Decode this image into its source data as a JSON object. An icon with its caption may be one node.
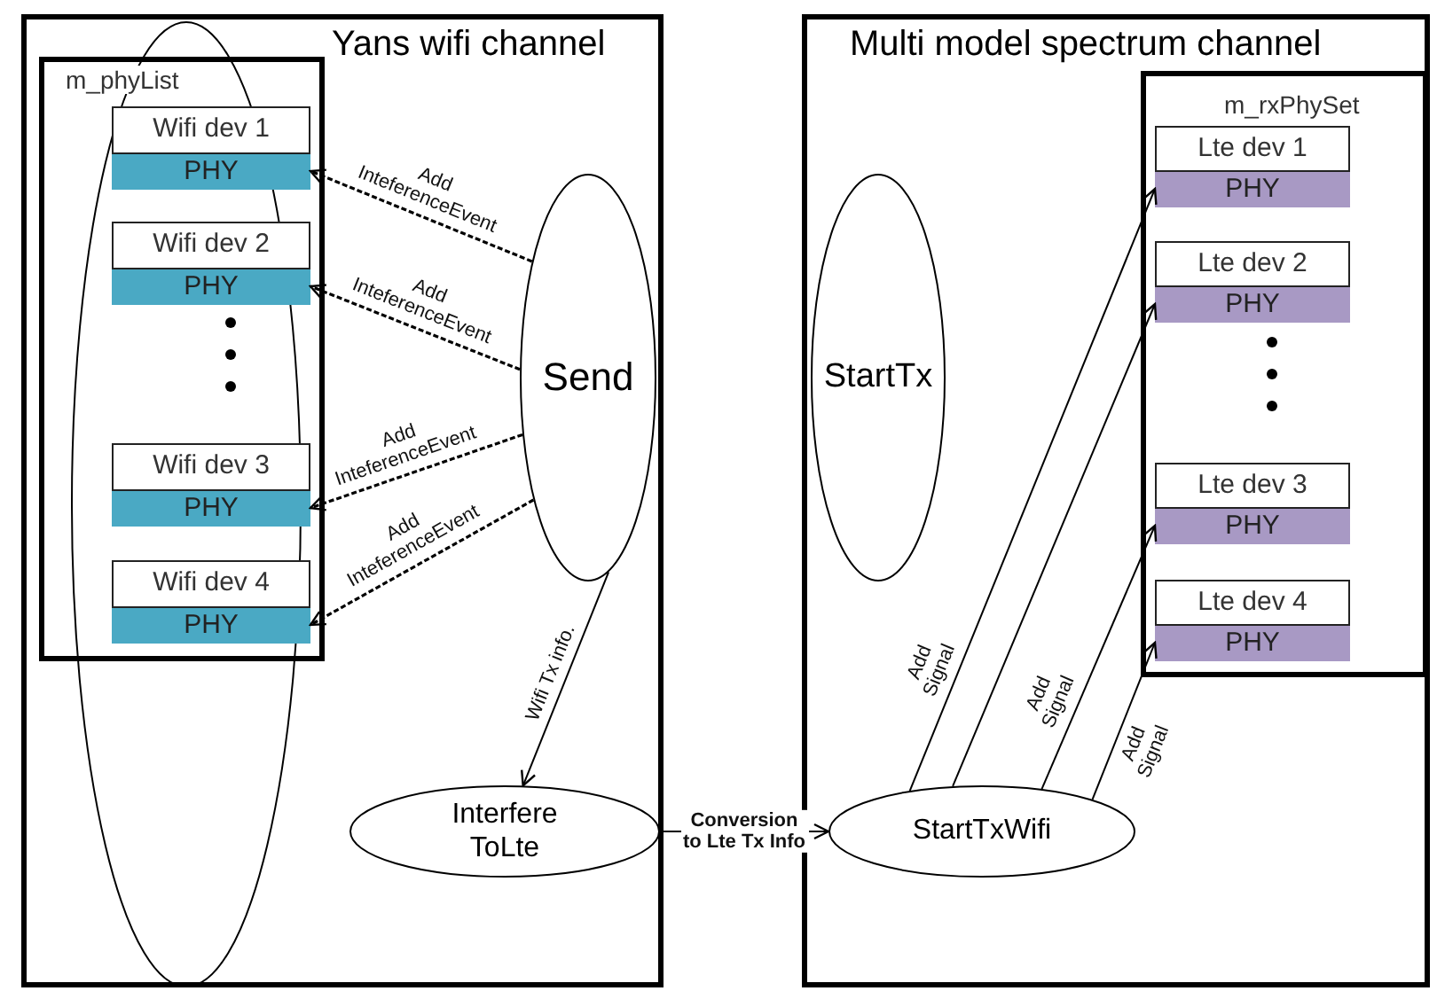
{
  "diagram": {
    "nodes": [
      {
        "text": [
          "Yans wifi channel"
        ]
      },
      {
        "text": [
          "m_phyList"
        ],
        "in": 0
      },
      {
        "text": [
          "Wifi dev 1"
        ],
        "in": 1
      },
      {
        "text": [
          "PHY"
        ],
        "in": 2
      },
      {
        "text": [
          "Wifi dev 2"
        ],
        "in": 1
      },
      {
        "text": [
          "PHY"
        ],
        "in": 4
      },
      {
        "text": [
          "Wifi dev 3"
        ],
        "in": 1
      },
      {
        "text": [
          "PHY"
        ],
        "in": 6
      },
      {
        "text": [
          "Wifi dev 4"
        ],
        "in": 1
      },
      {
        "text": [
          "PHY"
        ],
        "in": 8
      },
      {
        "text": [],
        "shape": "ellipse",
        "in": 0
      },
      {
        "text": [
          "Send"
        ],
        "in": 0
      },
      {
        "text": [
          "Interfere ToLte"
        ],
        "in": 0
      },
      {
        "text": [
          "Multi model spectrum channel"
        ]
      },
      {
        "text": [
          "StartTx"
        ],
        "in": 13
      },
      {
        "text": [
          "m_rxPhySet"
        ],
        "in": 13
      },
      {
        "text": [
          "Lte dev 1"
        ],
        "in": 15
      },
      {
        "text": [
          "PHY"
        ],
        "in": 16
      },
      {
        "text": [
          "Lte dev 2"
        ],
        "in": 15
      },
      {
        "text": [
          "PHY"
        ],
        "in": 18
      },
      {
        "text": [
          "Lte dev 3"
        ],
        "in": 15
      },
      {
        "text": [
          "PHY"
        ],
        "in": 20
      },
      {
        "text": [
          "Lte dev 4"
        ],
        "in": 15
      },
      {
        "text": [
          "PHY"
        ],
        "in": 22
      },
      {
        "text": [
          "StartTxWifi"
        ],
        "in": 13
      }
    ],
    "edges": [
      {
        "from": 11,
        "to": 3,
        "arrow": "to",
        "label": "Add InteferenceEvent",
        "style": "dashed"
      },
      {
        "from": 11,
        "to": 5,
        "arrow": "to",
        "label": "Add InteferenceEvent",
        "style": "dashed"
      },
      {
        "from": 11,
        "to": 7,
        "arrow": "to",
        "label": "Add InteferenceEvent",
        "style": "dashed"
      },
      {
        "from": 11,
        "to": 9,
        "arrow": "to",
        "label": "Add InteferenceEvent",
        "style": "dashed"
      },
      {
        "from": 11,
        "to": 12,
        "arrow": "to",
        "label": "Wifi Tx info."
      },
      {
        "from": 12,
        "to": 24,
        "arrow": "to",
        "label": "Conversion to Lte Tx Info"
      },
      {
        "from": 24,
        "to": 17,
        "arrow": "to",
        "label": "Add Signal"
      },
      {
        "from": 24,
        "to": 19,
        "arrow": "to"
      },
      {
        "from": 24,
        "to": 21,
        "arrow": "to",
        "label": "Add Signal"
      },
      {
        "from": 24,
        "to": 23,
        "arrow": "to",
        "label": "Add Signal"
      }
    ]
  }
}
